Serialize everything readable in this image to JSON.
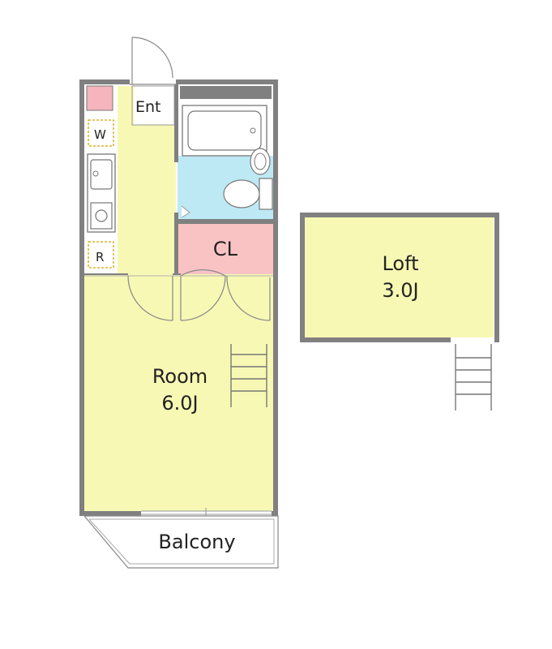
{
  "floorplan": {
    "rooms": {
      "entrance": {
        "label": "Ent"
      },
      "washer": {
        "label": "W"
      },
      "fridge": {
        "label": "R"
      },
      "closet": {
        "label": "CL"
      },
      "main_room": {
        "name": "Room",
        "size": "6.0J"
      },
      "loft": {
        "name": "Loft",
        "size": "3.0J"
      },
      "balcony": {
        "label": "Balcony"
      }
    },
    "colors": {
      "floor": "#f7f8b4",
      "closet": "#f9c3c4",
      "bath": "#bde9f4",
      "wall": "#808080",
      "pink_box": "#f6b4bc"
    }
  }
}
